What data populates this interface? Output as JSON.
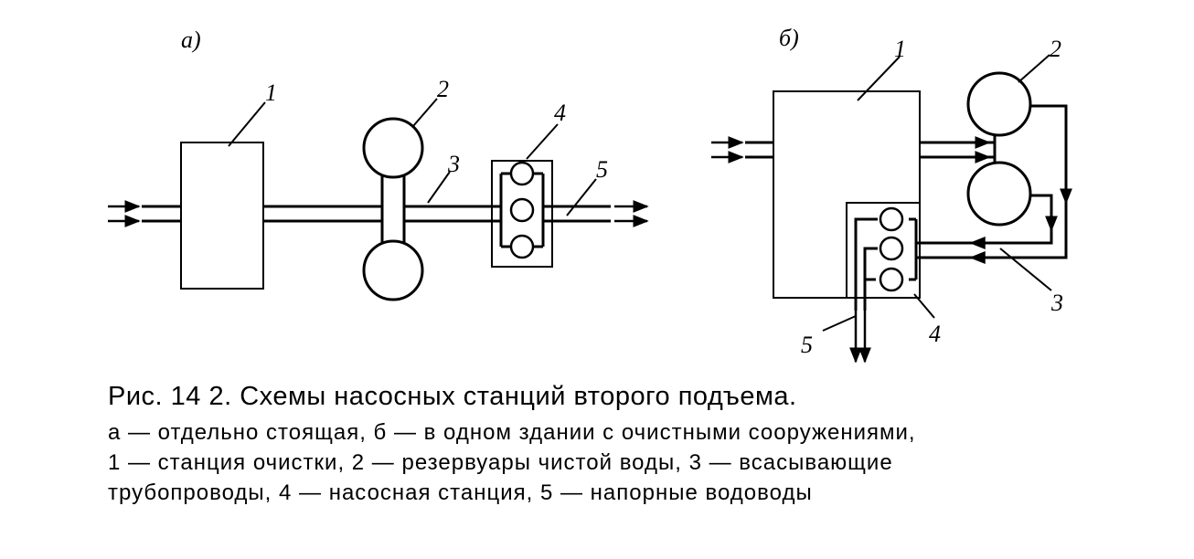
{
  "panel_a": {
    "letter": "а)",
    "labels": {
      "n1": "1",
      "n2": "2",
      "n3": "3",
      "n4": "4",
      "n5": "5"
    }
  },
  "panel_b": {
    "letter": "б)",
    "labels": {
      "n1": "1",
      "n2": "2",
      "n3": "3",
      "n4": "4",
      "n5": "5"
    }
  },
  "caption": {
    "title": "Рис. 14 2. Схемы насосных станций второго подъема.",
    "line1": "а — отдельно стоящая, б — в одном здании с очистными сооружениями,",
    "line2": "1 — станция очистки, 2 — резервуары чистой воды, 3 — всасывающие",
    "line3": "трубопроводы, 4 — насосная станция, 5 — напорные водоводы"
  }
}
